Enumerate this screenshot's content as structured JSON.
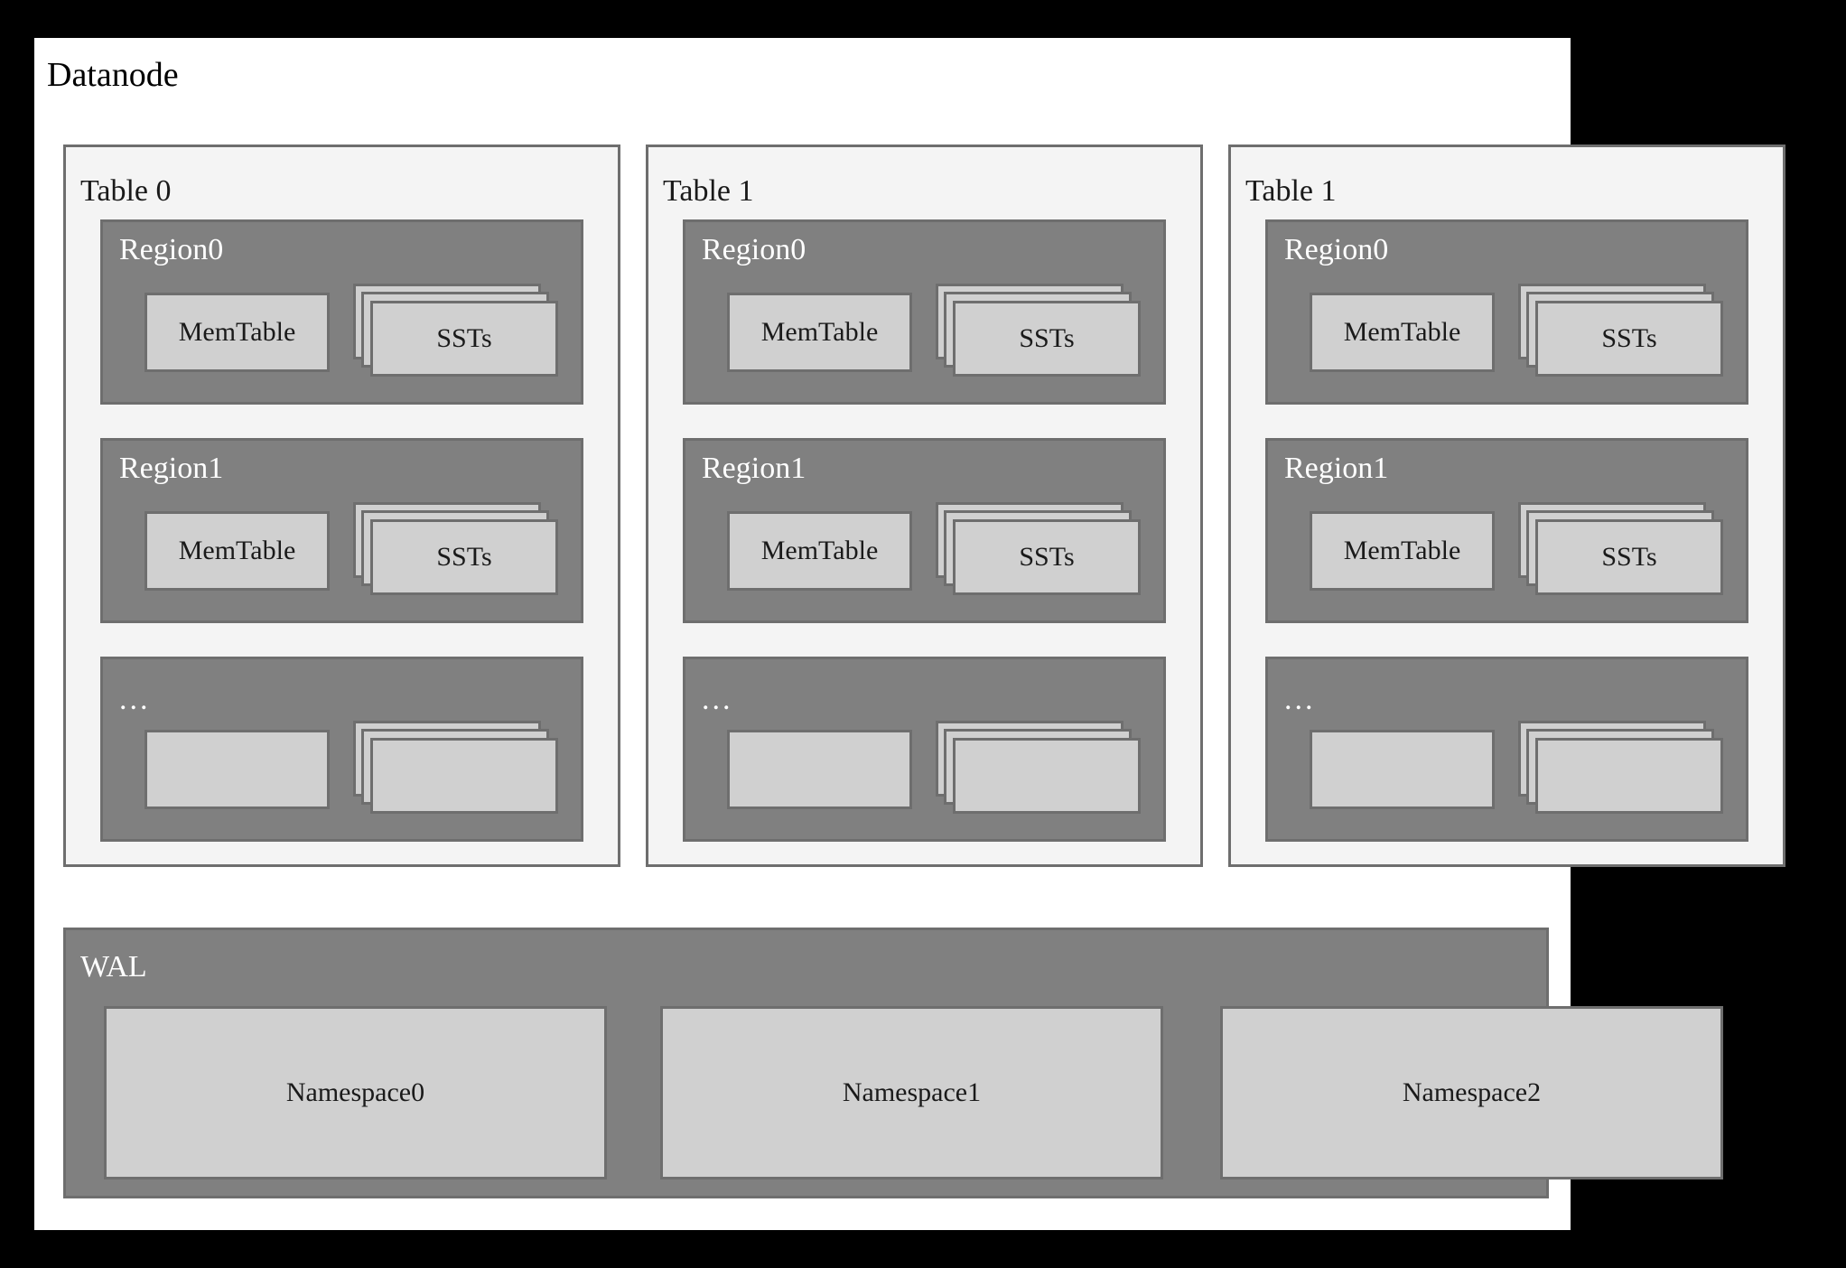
{
  "diagram": {
    "title": "Datanode",
    "colors": {
      "frame": "#000000",
      "canvas": "#ffffff",
      "table_fill": "#f4f4f4",
      "region_fill": "#808080",
      "box_fill": "#d0d0d0",
      "border": "#6e6e6e",
      "dark_text": "#1a1a1a",
      "light_text": "#ffffff"
    },
    "tables": [
      {
        "label": "Table 0",
        "regions": [
          {
            "label": "Region0",
            "memtable": "MemTable",
            "ssts": "SSTs"
          },
          {
            "label": "Region1",
            "memtable": "MemTable",
            "ssts": "SSTs"
          },
          {
            "label": "...",
            "memtable": "",
            "ssts": ""
          }
        ]
      },
      {
        "label": "Table 1",
        "regions": [
          {
            "label": "Region0",
            "memtable": "MemTable",
            "ssts": "SSTs"
          },
          {
            "label": "Region1",
            "memtable": "MemTable",
            "ssts": "SSTs"
          },
          {
            "label": "...",
            "memtable": "",
            "ssts": ""
          }
        ]
      },
      {
        "label": "Table 1",
        "regions": [
          {
            "label": "Region0",
            "memtable": "MemTable",
            "ssts": "SSTs"
          },
          {
            "label": "Region1",
            "memtable": "MemTable",
            "ssts": "SSTs"
          },
          {
            "label": "...",
            "memtable": "",
            "ssts": ""
          }
        ]
      }
    ],
    "wal": {
      "label": "WAL",
      "namespaces": [
        "Namespace0",
        "Namespace1",
        "Namespace2"
      ]
    }
  }
}
